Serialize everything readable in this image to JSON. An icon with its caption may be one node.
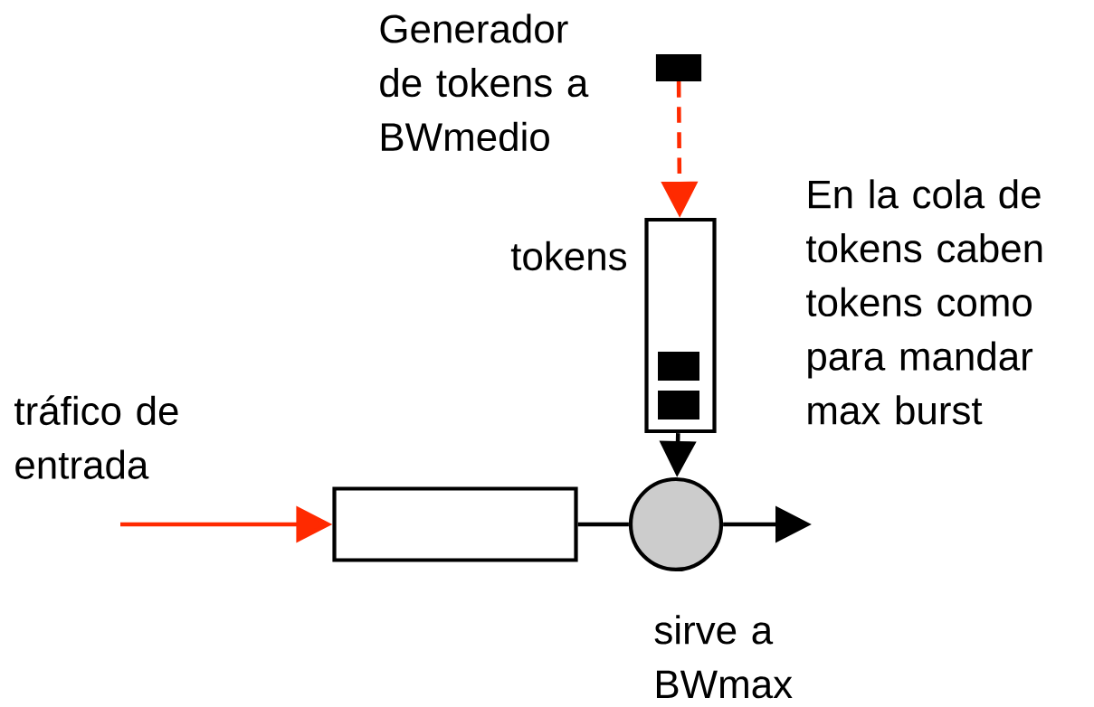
{
  "diagram": {
    "nodes": [
      {
        "text": [],
        "shape": "box",
        "beside": [
          "Generador de tokens a BWmedio"
        ]
      },
      {
        "text": [],
        "shape": "box",
        "beside": [
          "tokens"
        ]
      },
      {
        "text": [],
        "shape": "box"
      },
      {
        "text": [],
        "shape": "circle",
        "beside": [
          "sirve a BWmax"
        ]
      }
    ],
    "edges": [
      {
        "from": 0,
        "to": 1,
        "arrow": "to",
        "style": "dashed",
        "color": "#ff2a00"
      },
      {
        "from": 1,
        "to": 3,
        "arrow": "to"
      },
      {
        "from": 2,
        "to": 3,
        "arrow": "none"
      },
      {
        "from": 3,
        "to": null,
        "arrow": "to"
      },
      {
        "from": null,
        "to": 2,
        "arrow": "to",
        "color": "#ff2a00"
      }
    ],
    "labels": [
      "tráfico de entrada",
      "En la cola de tokens caben tokens como para mandar max burst"
    ]
  }
}
